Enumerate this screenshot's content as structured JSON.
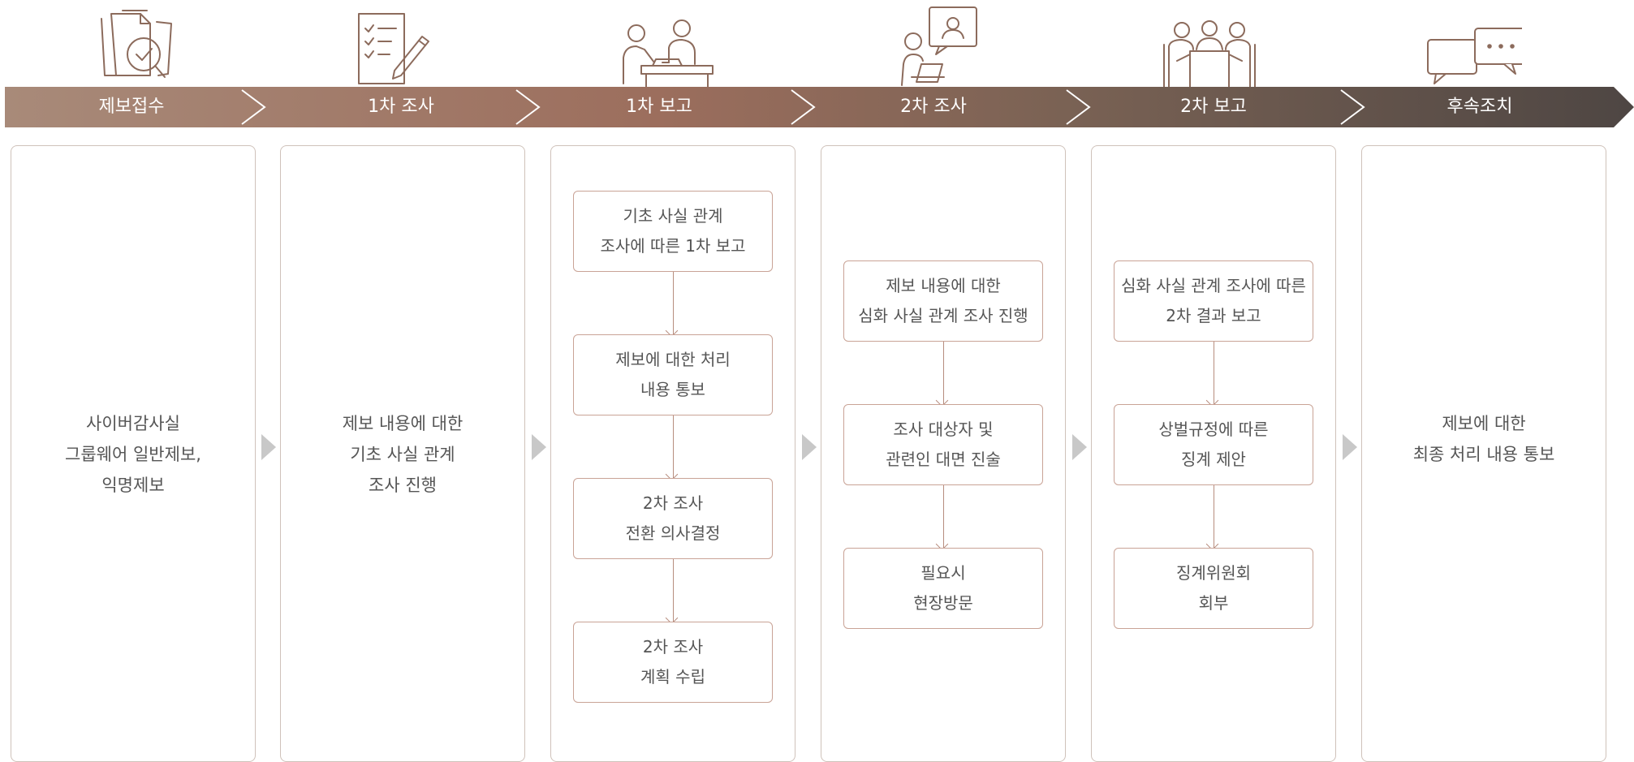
{
  "colors": {
    "stage_start": "#a88a79",
    "stage_mid": "#9c6e5d",
    "stage_end": "#4e4643",
    "border": "#cfc2ba",
    "box_border": "#c9a396"
  },
  "stages": [
    {
      "label": "제보접수",
      "icon": "documents-magnifier-check-icon"
    },
    {
      "label": "1차 조사",
      "icon": "checklist-pencil-icon"
    },
    {
      "label": "1차 보고",
      "icon": "meeting-desk-icon"
    },
    {
      "label": "2차 조사",
      "icon": "interview-clipboard-icon"
    },
    {
      "label": "2차 보고",
      "icon": "conference-table-icon"
    },
    {
      "label": "후속조치",
      "icon": "chat-bubbles-icon"
    }
  ],
  "columns": [
    {
      "text": "사이버감사실\n그룹웨어 일반제보,\n익명제보"
    },
    {
      "text": "제보 내용에 대한\n기초 사실 관계\n조사 진행"
    },
    {
      "boxes": [
        "기초 사실 관계\n조사에 따른 1차 보고",
        "제보에 대한 처리\n내용 통보",
        "2차 조사\n전환 의사결정",
        "2차 조사\n계획 수립"
      ]
    },
    {
      "boxes": [
        "제보 내용에 대한\n심화 사실 관계 조사 진행",
        "조사 대상자 및\n관련인 대면 진술",
        "필요시\n현장방문"
      ]
    },
    {
      "boxes": [
        "심화 사실 관계 조사에 따른\n2차 결과 보고",
        "상벌규정에 따른\n징계 제안",
        "징계위원회\n회부"
      ]
    },
    {
      "text": "제보에 대한\n최종 처리 내용 통보"
    }
  ]
}
